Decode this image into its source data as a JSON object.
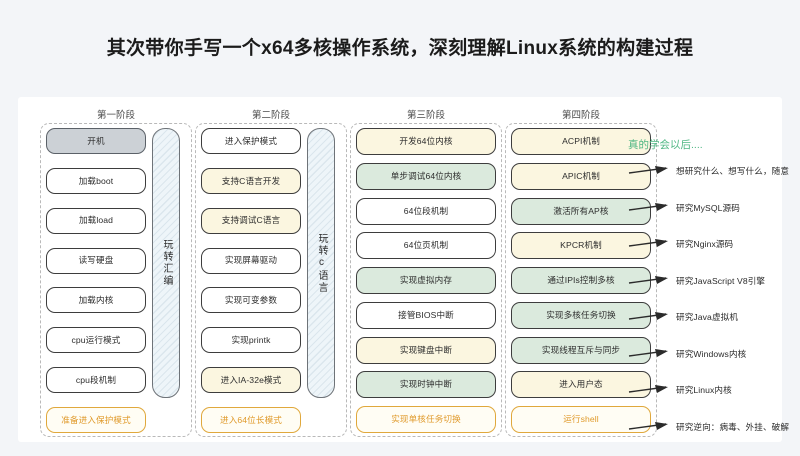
{
  "page": {
    "title": "其次带你手写一个x64多核操作系统，深刻理解Linux系统的构建过程",
    "background_color": "#f3f5f8",
    "card_color": "#ffffff",
    "accent_green": "#4fb783",
    "accent_gold": "#e0a83c"
  },
  "stages": [
    {
      "title": "第一阶段",
      "side_label": "玩转汇编",
      "steps": [
        {
          "label": "开机",
          "style": "gray"
        },
        {
          "label": "加载boot",
          "style": "plain"
        },
        {
          "label": "加载load",
          "style": "plain"
        },
        {
          "label": "读写硬盘",
          "style": "plain"
        },
        {
          "label": "加载内核",
          "style": "plain"
        },
        {
          "label": "cpu运行模式",
          "style": "plain"
        },
        {
          "label": "cpu段机制",
          "style": "plain"
        },
        {
          "label": "准备进入保护模式",
          "style": "final"
        }
      ]
    },
    {
      "title": "第二阶段",
      "side_label": "玩转c语言",
      "steps": [
        {
          "label": "进入保护模式",
          "style": "plain"
        },
        {
          "label": "支持C语言开发",
          "style": "cream"
        },
        {
          "label": "支持调试C语言",
          "style": "cream"
        },
        {
          "label": "实现屏幕驱动",
          "style": "plain"
        },
        {
          "label": "实现可变参数",
          "style": "plain"
        },
        {
          "label": "实现printk",
          "style": "plain"
        },
        {
          "label": "进入IA-32e模式",
          "style": "cream"
        },
        {
          "label": "进入64位长模式",
          "style": "final"
        }
      ]
    },
    {
      "title": "第三阶段",
      "side_label": null,
      "steps": [
        {
          "label": "开发64位内核",
          "style": "cream"
        },
        {
          "label": "单步调试64位内核",
          "style": "mint"
        },
        {
          "label": "64位段机制",
          "style": "plain"
        },
        {
          "label": "64位页机制",
          "style": "plain"
        },
        {
          "label": "实现虚拟内存",
          "style": "mint"
        },
        {
          "label": "接管BIOS中断",
          "style": "plain"
        },
        {
          "label": "实现键盘中断",
          "style": "cream"
        },
        {
          "label": "实现时钟中断",
          "style": "mint"
        },
        {
          "label": "实现单核任务切换",
          "style": "final"
        }
      ]
    },
    {
      "title": "第四阶段",
      "side_label": null,
      "steps": [
        {
          "label": "ACPI机制",
          "style": "cream"
        },
        {
          "label": "APIC机制",
          "style": "cream"
        },
        {
          "label": "激活所有AP核",
          "style": "mint"
        },
        {
          "label": "KPCR机制",
          "style": "cream"
        },
        {
          "label": "通过IPIs控制多核",
          "style": "mint"
        },
        {
          "label": "实现多核任务切换",
          "style": "mint"
        },
        {
          "label": "实现线程互斥与同步",
          "style": "mint"
        },
        {
          "label": "进入用户态",
          "style": "cream"
        },
        {
          "label": "运行shell",
          "style": "final"
        }
      ]
    }
  ],
  "outcomes": {
    "heading": "真的学会以后....",
    "items": [
      "想研究什么、想写什么，随意",
      "研究MySQL源码",
      "研究Nginx源码",
      "研究JavaScript V8引擎",
      "研究Java虚拟机",
      "研究Windows内核",
      "研究Linux内核",
      "研究逆向：病毒、外挂、破解"
    ]
  }
}
